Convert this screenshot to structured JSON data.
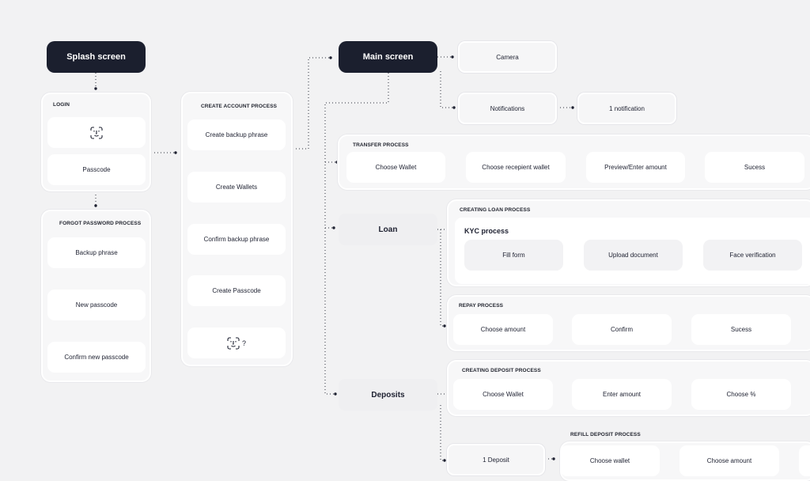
{
  "nodes": {
    "splash": "Splash screen",
    "main": "Main screen",
    "camera": "Camera",
    "notifications": "Notifications",
    "one_notification": "1 notification",
    "loan": "Loan",
    "deposits": "Deposits"
  },
  "login": {
    "title": "LOGIN",
    "faceid_icon": "face-id-icon",
    "passcode": "Passcode"
  },
  "forgot": {
    "title": "FORGOT PASSWORD PROCESS",
    "steps": [
      "Backup phrase",
      "New passcode",
      "Confirm new passcode"
    ]
  },
  "create_account": {
    "title": "CREATE ACCOUNT PROCESS",
    "steps": [
      "Create backup phrase",
      "Create Wallets",
      "Confirm backup phrase",
      "Create Passcode"
    ],
    "faceid_question": "?"
  },
  "transfer": {
    "title": "TRANSFER PROCESS",
    "steps": [
      "Choose Wallet",
      "Choose recepient wallet",
      "Preview/Enter amount",
      "Sucess"
    ]
  },
  "creating_loan": {
    "title": "CREATING LOAN PROCESS",
    "kyc_title": "KYC process",
    "steps": [
      "Fill form",
      "Upload document",
      "Face verification"
    ]
  },
  "repay": {
    "title": "REPAY PROCESS",
    "steps": [
      "Choose amount",
      "Confirm",
      "Sucess"
    ]
  },
  "creating_deposit": {
    "title": "CREATING DEPOSIT PROCESS",
    "steps": [
      "Choose Wallet",
      "Enter amount",
      "Choose %"
    ]
  },
  "refill_deposit": {
    "title": "REFILL DEPOSIT PROCESS",
    "steps": [
      "1 Deposit",
      "Choose wallet",
      "Choose amount"
    ]
  },
  "colors": {
    "background": "#f2f2f3",
    "dark_node": "#1b1f2e",
    "card": "#ffffff",
    "connector": "#1d2030"
  }
}
